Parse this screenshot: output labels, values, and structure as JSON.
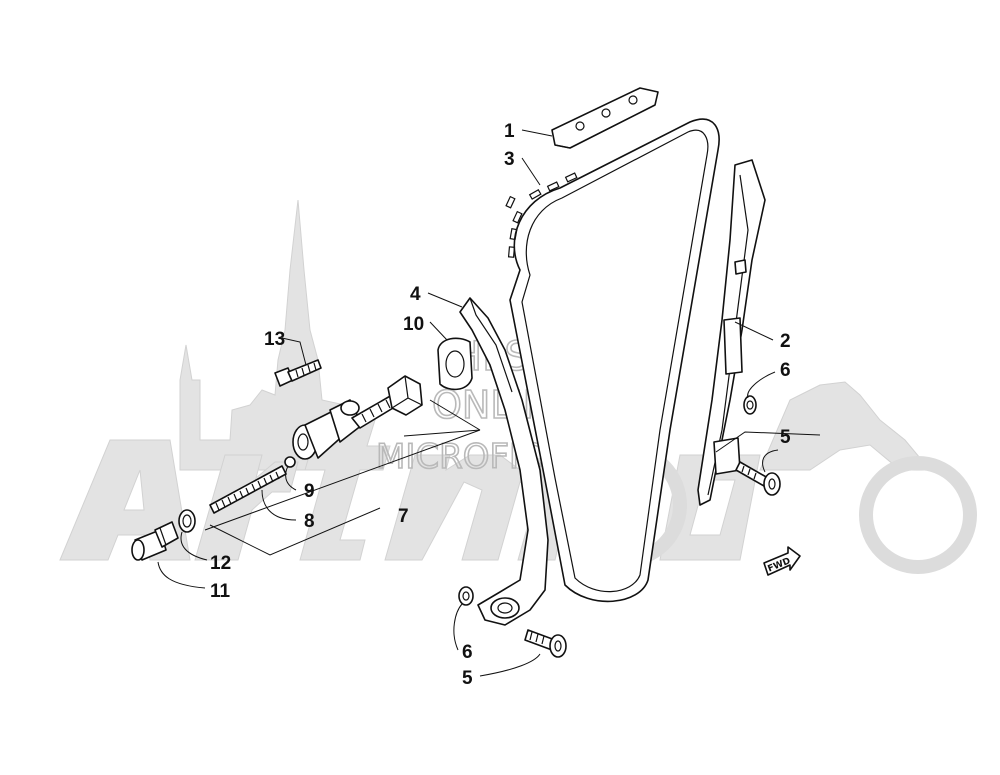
{
  "watermark": {
    "line1": "HLSM",
    "line2": "ONLINE",
    "line3": "MICROFICHE",
    "logo_color": "#e3e3e3",
    "text_color": "#b9b9b9"
  },
  "direction_tag": "FWD",
  "callouts": [
    {
      "id": "1",
      "label": "1"
    },
    {
      "id": "3",
      "label": "3"
    },
    {
      "id": "2",
      "label": "2"
    },
    {
      "id": "4",
      "label": "4"
    },
    {
      "id": "10",
      "label": "10"
    },
    {
      "id": "13",
      "label": "13"
    },
    {
      "id": "6a",
      "label": "6"
    },
    {
      "id": "5a",
      "label": "5"
    },
    {
      "id": "9",
      "label": "9"
    },
    {
      "id": "8",
      "label": "8"
    },
    {
      "id": "7",
      "label": "7"
    },
    {
      "id": "12",
      "label": "12"
    },
    {
      "id": "11",
      "label": "11"
    },
    {
      "id": "6b",
      "label": "6"
    },
    {
      "id": "5b",
      "label": "5"
    }
  ],
  "colors": {
    "line": "#111111",
    "background": "#ffffff"
  }
}
